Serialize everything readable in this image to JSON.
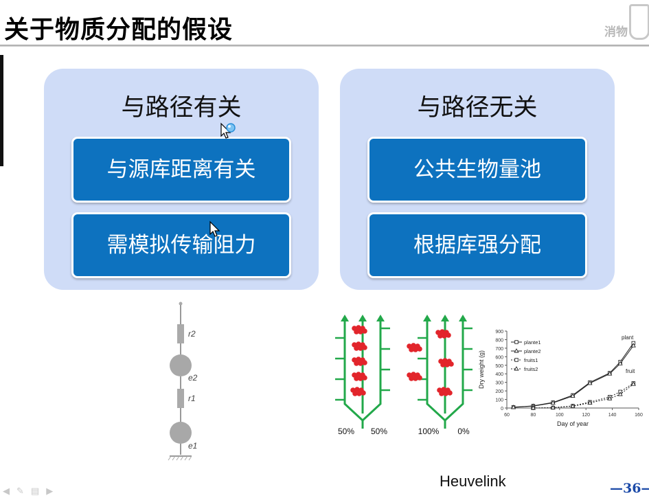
{
  "slide": {
    "title": "关于物质分配的假设",
    "logo_text": "消物",
    "page_number": "—36—",
    "credit": "Heuvelink"
  },
  "panels": [
    {
      "title": "与路径有关",
      "boxes": [
        "与源库距离有关",
        "需模拟传输阻力"
      ]
    },
    {
      "title": "与路径无关",
      "boxes": [
        "公共生物量池",
        "根据库强分配"
      ]
    }
  ],
  "resistance_diagram": {
    "labels": [
      "r2",
      "e2",
      "r1",
      "e1"
    ]
  },
  "allocation_diagram": {
    "left_split": [
      "50%",
      "50%"
    ],
    "right_split": [
      "100%",
      "0%"
    ]
  },
  "colors": {
    "panel_bg": "#cfdcf7",
    "box_bg": "#0d72bf",
    "title_rule": "#9e9e9e",
    "fruit": "#e2252b",
    "stem": "#22a84a",
    "page_number": "#1b4aa8"
  },
  "chart_data": {
    "type": "line",
    "xlabel": "Day of year",
    "ylabel": "Dry weight (g)",
    "xlim": [
      60,
      160
    ],
    "ylim": [
      0,
      900
    ],
    "xticks": [
      60,
      80,
      100,
      120,
      140,
      160
    ],
    "yticks": [
      0,
      100,
      200,
      300,
      400,
      500,
      600,
      700,
      800,
      900
    ],
    "legend_position": "top-left",
    "annotations": [
      "plant",
      "fruit"
    ],
    "series": [
      {
        "name": "plante1",
        "marker": "square",
        "dash": false,
        "x": [
          65,
          80,
          95,
          110,
          123,
          138,
          146,
          156
        ],
        "y": [
          10,
          25,
          65,
          150,
          300,
          410,
          540,
          760
        ]
      },
      {
        "name": "plante2",
        "marker": "triangle",
        "dash": false,
        "x": [
          65,
          80,
          95,
          110,
          123,
          138,
          146,
          156
        ],
        "y": [
          8,
          22,
          60,
          140,
          290,
          400,
          520,
          730
        ]
      },
      {
        "name": "fruits1",
        "marker": "square",
        "dash": true,
        "x": [
          80,
          95,
          110,
          123,
          138,
          146,
          156
        ],
        "y": [
          0,
          5,
          25,
          70,
          130,
          190,
          290
        ]
      },
      {
        "name": "fruits2",
        "marker": "triangle",
        "dash": true,
        "x": [
          80,
          95,
          110,
          123,
          138,
          146,
          156
        ],
        "y": [
          0,
          4,
          20,
          60,
          110,
          160,
          280
        ]
      }
    ]
  }
}
